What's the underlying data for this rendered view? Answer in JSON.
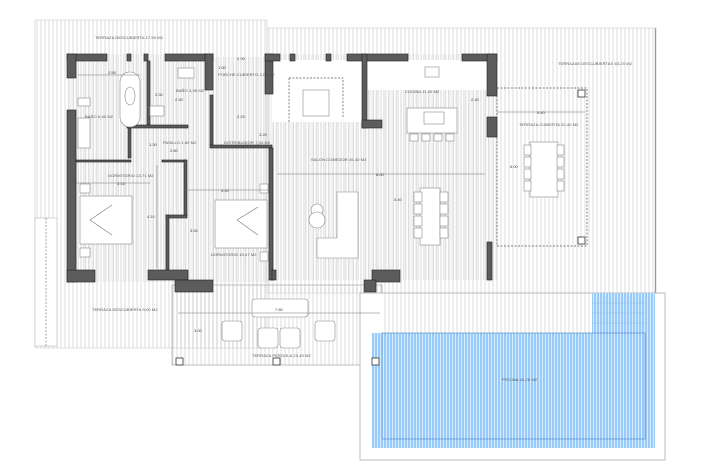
{
  "plan": {
    "rooms": {
      "terraza_desc_top": "TERRAZA DESCUBIERTA 17,50 M2",
      "bano_2": "BAÑO 4,95 M2",
      "bano_1": "BAÑO 6,40 M2",
      "pasillo": "PASILLO 1,50 M2",
      "porche": "PORCHE CUBIERTO 2,00 M2",
      "distribuidor": "DISTRIBUIDOR 7,04 M2",
      "dormitorio_1": "DORMITORIO 13,71 M2",
      "dormitorio_2": "DORMITORIO 15,47 M2",
      "salon": "SALON COMEDOR 45,40 M2",
      "cocina": "COCINA 11,00 M2",
      "terraza_cubierta": "TERRAZA CUBIERTA 20,40 M2",
      "terrazas_desc": "TERRAZAS DESCUBIERTAS 63,20 M2",
      "terraza_desc_left": "TERRAZA DESCUBIERTA 9,00 M2",
      "terraza_pergola": "TERRAZA PERGOLA 23,40 M2",
      "piscina": "PISCINA 42,20 M2"
    },
    "dimensions": [
      "2.55",
      "2.30",
      "2.30",
      "1.00",
      "2.00",
      "2.20",
      "3.20",
      "1.30",
      "2.80",
      "3.15",
      "4.10",
      "3.20",
      "3.50",
      "6.00",
      "5.40",
      "2.40",
      "5.40",
      "6.00",
      "7.80",
      "3.00"
    ],
    "colors": {
      "wall": "#5c5c5c",
      "pool": "#5aa8f0",
      "hatch": "#bdbdbd"
    }
  }
}
